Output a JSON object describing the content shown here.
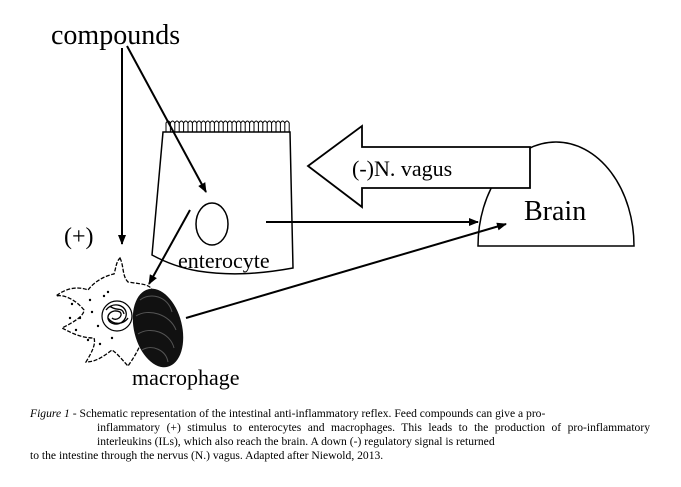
{
  "diagram": {
    "labels": {
      "compounds": "compounds",
      "plus": "(+)",
      "enterocyte": "enterocyte",
      "macrophage": "macrophage",
      "brain": "Brain",
      "vagus": "(-)N. vagus"
    }
  },
  "caption": {
    "figure_label": "Figure 1",
    "separator": " - ",
    "first_line": "Schematic representation of the intestinal anti-inflammatory reflex. Feed compounds can give a pro-",
    "rest": "inflammatory (+) stimulus to enterocytes and macrophages. This leads to the production of pro-inflammatory interleukins (ILs), which also reach the brain. A down (-) regulatory signal is returned",
    "last_line": "to the intestine through the nervus (N.) vagus. Adapted after Niewold, 2013."
  }
}
